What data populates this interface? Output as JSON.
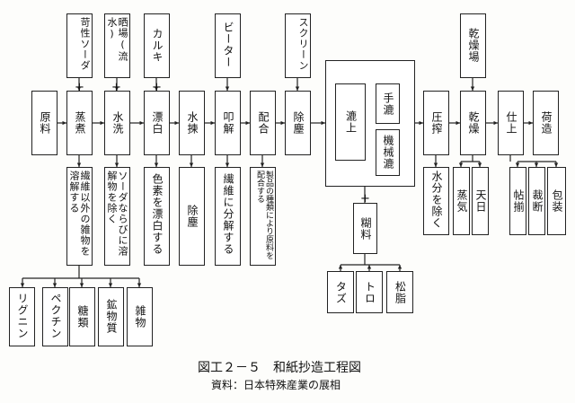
{
  "diagram": {
    "top_inputs": {
      "soda": "苛性ソーダ",
      "drying_yard": "晒場(流水)",
      "calcium": "カルキ",
      "beater": "ビーター",
      "screen": "スクリーン",
      "dry_yard": "乾燥場"
    },
    "process_steps": {
      "raw": "原料",
      "boil": "蒸煮",
      "wash": "水洗",
      "bleach": "漂白",
      "dust_removal": "水揀",
      "beat": "叩解",
      "mix": "配合",
      "dedust": "除塵",
      "papermaking": "漉上",
      "hand_made": "手漉",
      "machine_made": "機械漉",
      "press": "圧搾",
      "dry": "乾燥",
      "finish": "仕上",
      "pack": "荷造"
    },
    "side_notes": {
      "boil_note": "繊維以外の雑物を溶解する",
      "wash_note": "ソーダならびに溶解物を除く",
      "bleach_note": "色素を漂白する",
      "dust_note": "除塵",
      "beat_note": "繊維に分解する",
      "mix_note": "製品の種類により原料を配合する",
      "press_note": "水分を除く",
      "steam": "蒸気",
      "sun": "天日",
      "paste": "帖揃",
      "cut": "裁断",
      "wrap": "包装"
    },
    "byproducts": {
      "lignin": "リグニン",
      "pectin": "ペクチン",
      "sugars": "糖類",
      "minerals": "鉱物質",
      "impurities": "雑物"
    },
    "binder": {
      "label": "糊料",
      "items": {
        "taz": "タズ",
        "toro": "トロ",
        "resin": "松脂"
      }
    },
    "plus_sign": "+"
  },
  "caption": {
    "title": "図工２－５　和紙抄造工程図",
    "source": "資料：日本特殊産業の展相"
  }
}
